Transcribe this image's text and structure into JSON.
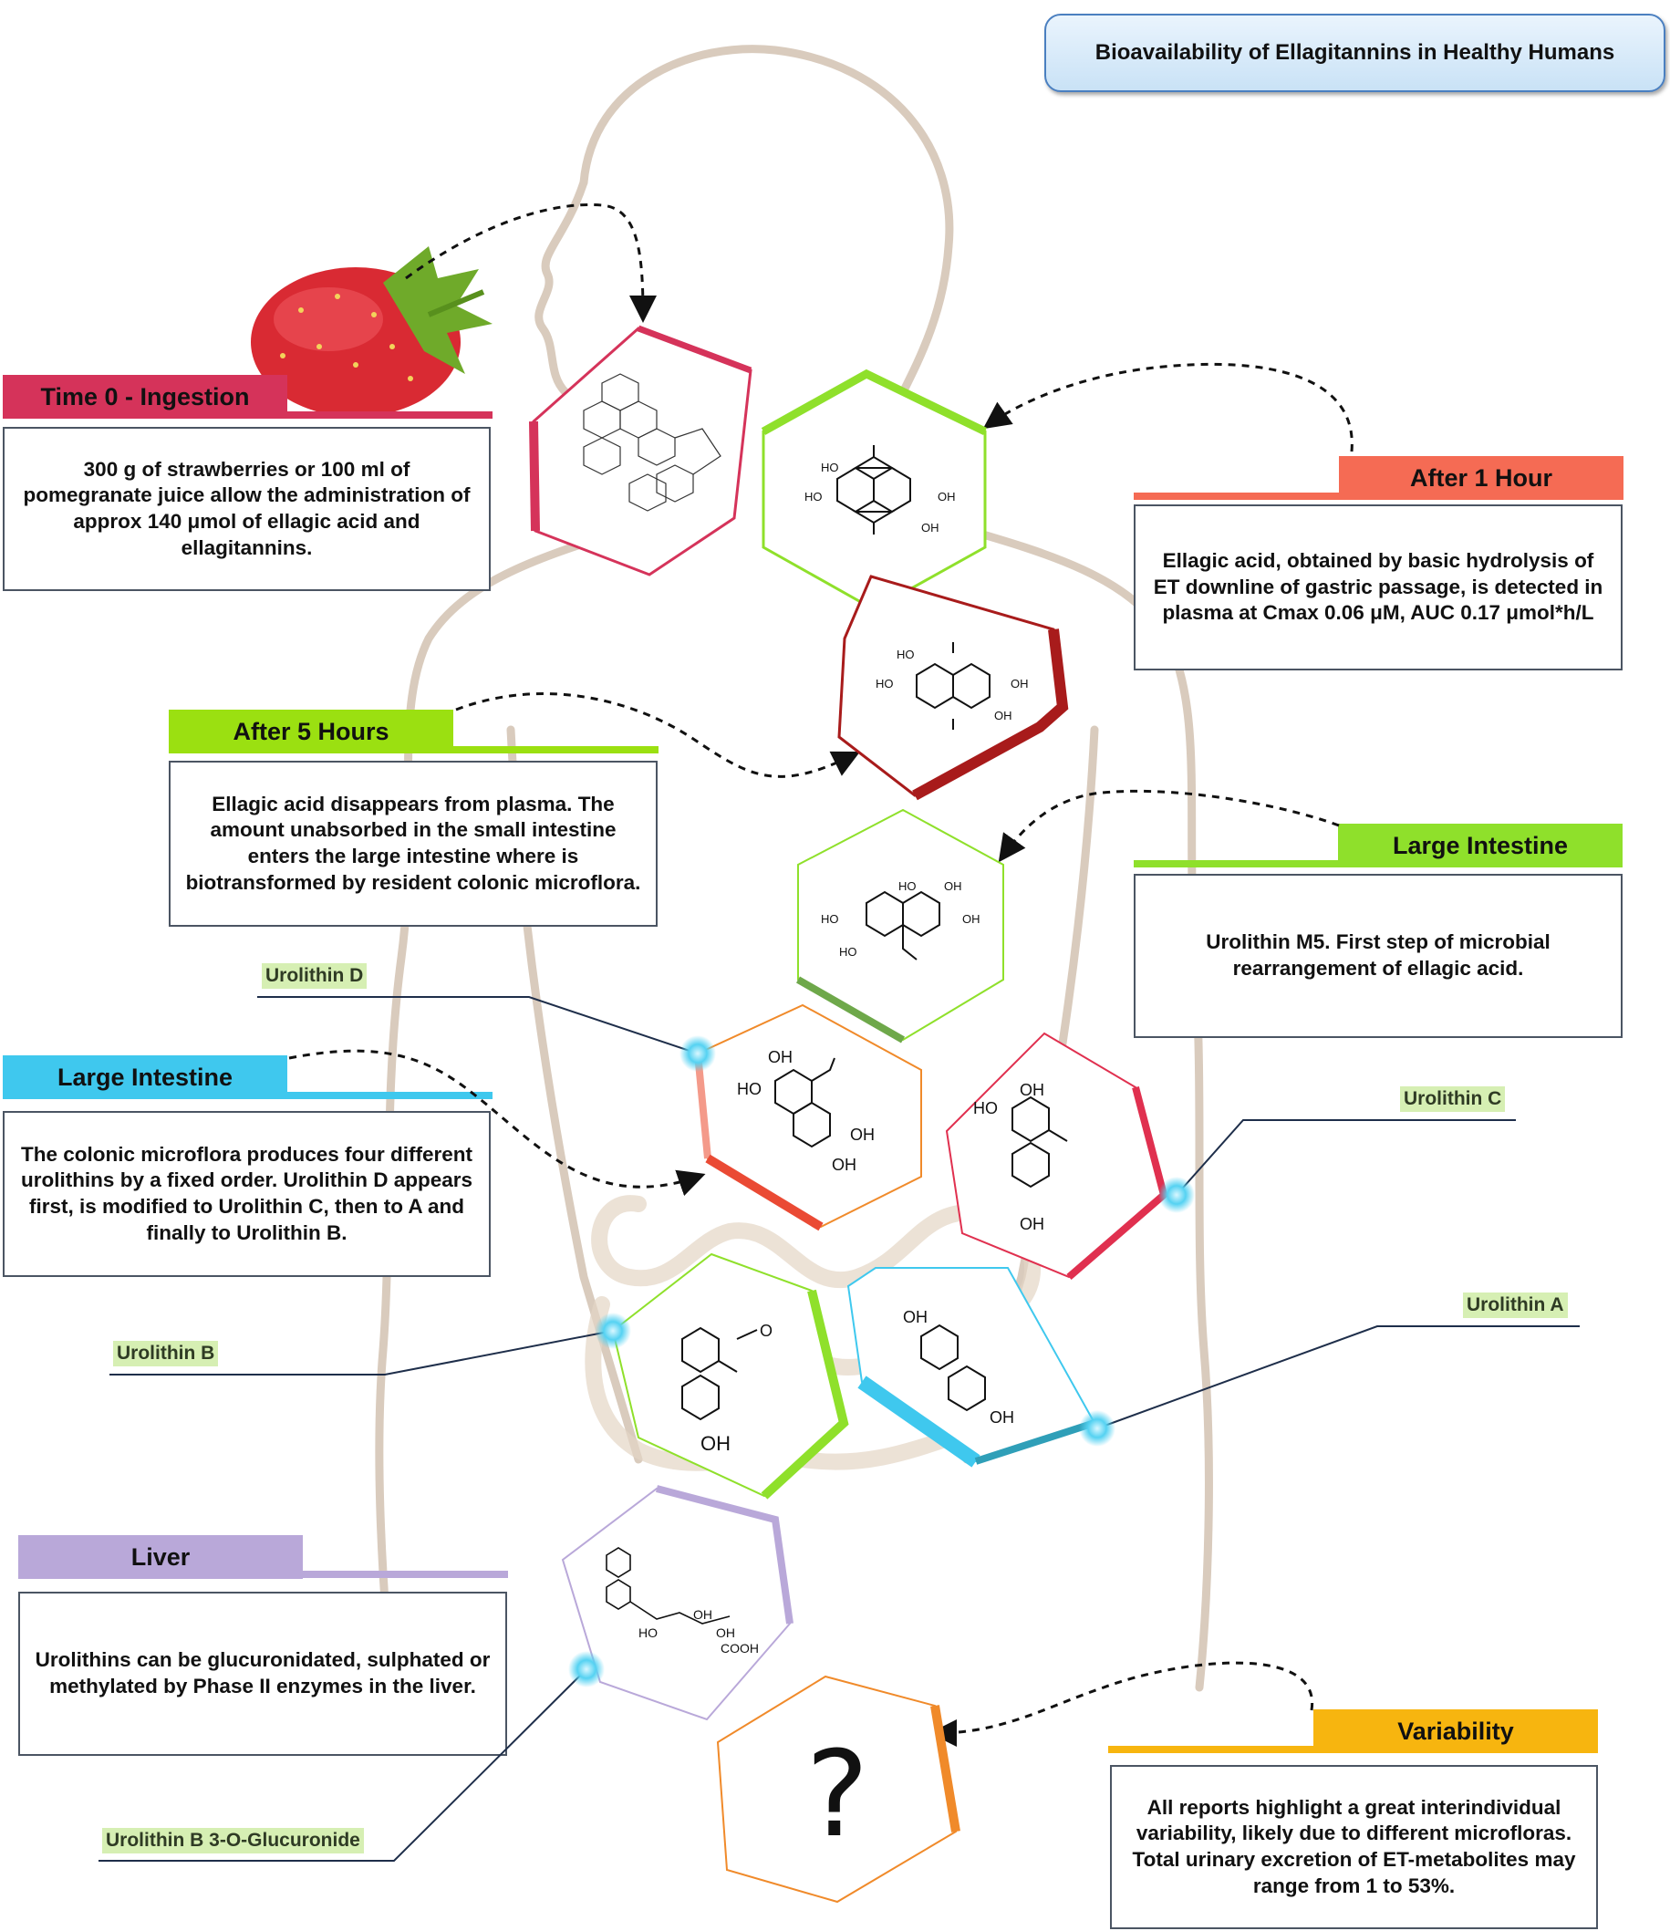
{
  "title": "Bioavailability of Ellagitannins in Healthy Humans",
  "stages": {
    "time0": {
      "header": "Time 0 - Ingestion",
      "text": "300 g of strawberries or 100 ml of pomegranate juice allow the administration of approx 140 μmol of ellagic acid and ellagitannins.",
      "color": "#d5335a"
    },
    "after1": {
      "header": "After 1 Hour",
      "text": "Ellagic acid, obtained by basic hydrolysis of ET downline of gastric passage, is detected in plasma at Cmax 0.06 μM, AUC 0.17 μmol*h/L",
      "color": "#f56b54"
    },
    "after5": {
      "header": "After 5 Hours",
      "text": "Ellagic acid disappears from plasma. The amount unabsorbed in the small intestine enters the large intestine where is biotransformed by resident colonic microflora.",
      "color": "#9be011"
    },
    "large_right": {
      "header": "Large Intestine",
      "text": "Urolithin M5. First step of microbial rearrangement of ellagic acid.",
      "color": "#8fe02b"
    },
    "large_left": {
      "header": "Large Intestine",
      "text": "The colonic microflora produces four different urolithins by a fixed order. Urolithin D appears first, is modified to Urolithin C, then to A and finally to Urolithin B.",
      "color": "#3fc8ee"
    },
    "liver": {
      "header": "Liver",
      "text": "Urolithins can be glucuronidated, sulphated or methylated by Phase II enzymes in the liver.",
      "color": "#b9a8d9"
    },
    "variability": {
      "header": "Variability",
      "text": "All reports highlight a great interindividual variability, likely due to different microfloras. Total urinary excretion of ET-metabolites may range from 1 to 53%.",
      "color": "#f7b50f"
    }
  },
  "urolithins": {
    "d": "Urolithin D",
    "c": "Urolithin C",
    "a": "Urolithin A",
    "b": "Urolithin B",
    "gluc": "Urolithin B 3-O-Glucuronide"
  },
  "labels": {
    "oh": "OH",
    "ho": "HO",
    "o": "O",
    "cooh": "COOH",
    "unknown": "?"
  }
}
